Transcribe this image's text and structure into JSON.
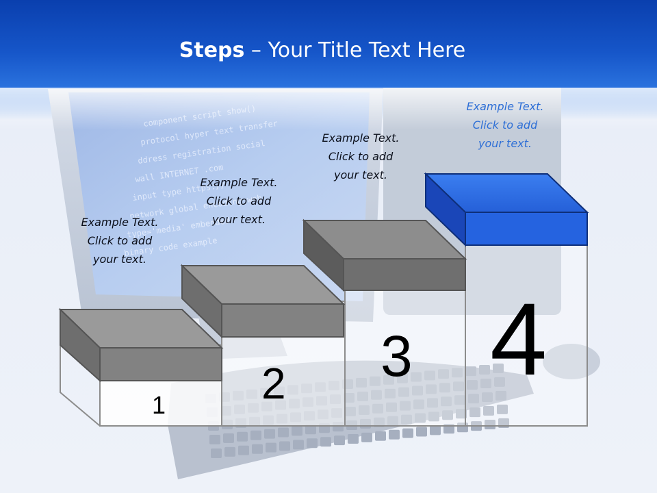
{
  "slide": {
    "title_bold": "Steps",
    "title_rest": " – Your Title Text Here"
  },
  "steps": [
    {
      "number": "1",
      "text_line1": "Example Text.",
      "text_line2": "Click  to add",
      "text_line3": "your text."
    },
    {
      "number": "2",
      "text_line1": "Example Text.",
      "text_line2": "Click  to add",
      "text_line3": "your text."
    },
    {
      "number": "3",
      "text_line1": "Example Text.",
      "text_line2": "Click  to add",
      "text_line3": "your text."
    },
    {
      "number": "4",
      "text_line1": "Example Text.",
      "text_line2": "Click  to add",
      "text_line3": "your text."
    }
  ],
  "colors": {
    "header_blue": "#1656c9",
    "gray_block": "#8a8a8a",
    "accent_block": "#2f6fe0",
    "accent_text": "#2e6fd6"
  },
  "background": {
    "monitor_code_lines": [
      "component script show()",
      "protocol hyper text transfer",
      "ddress registration social",
      "wall INTERNET .com",
      "input type https://",
      "network global encoding web",
      "type='media' embedded",
      "binary code example"
    ]
  }
}
